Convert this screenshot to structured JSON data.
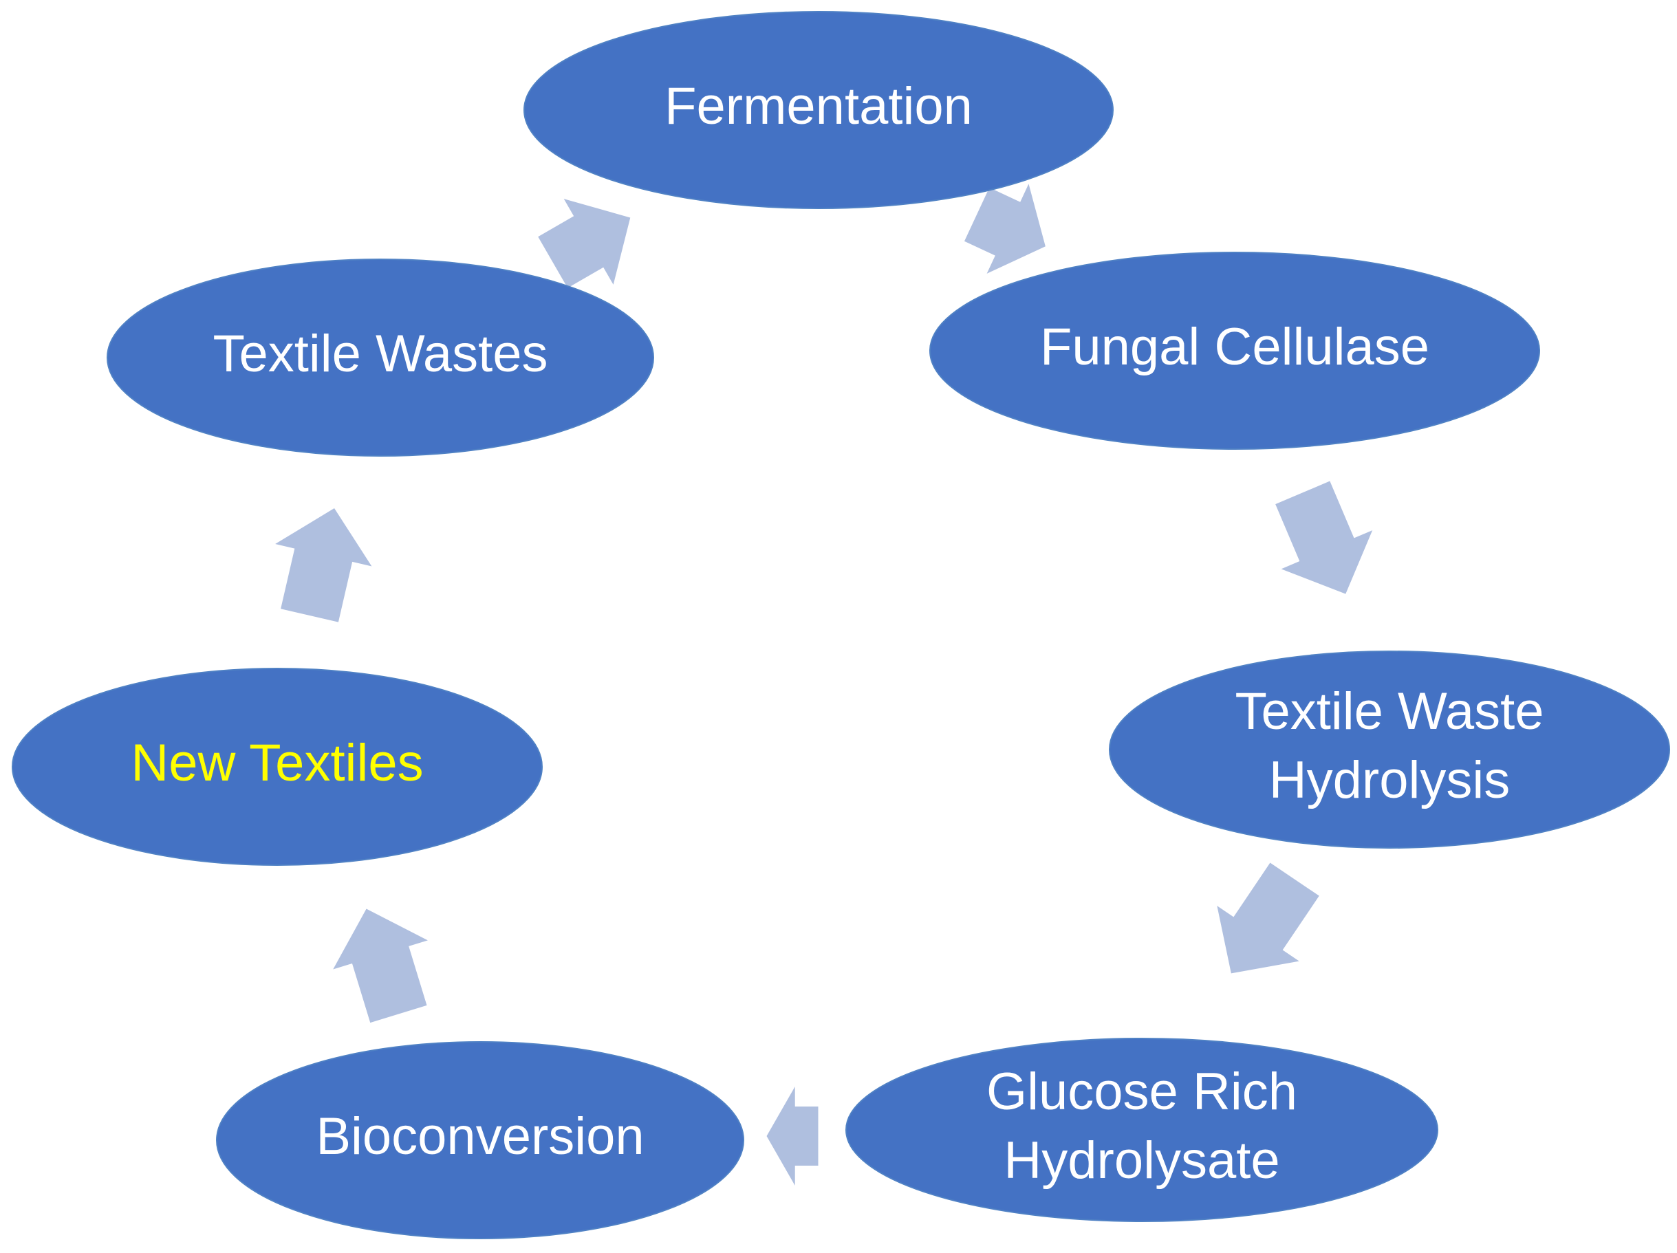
{
  "colors": {
    "node_fill": "#4472c4",
    "node_text": "#ffffff",
    "highlight_text": "#ffff00",
    "arrow_fill": "#afbfdf",
    "background": "#ffffff"
  },
  "nodes": [
    {
      "id": "fermentation",
      "lines": [
        "Fermentation"
      ],
      "highlight": false
    },
    {
      "id": "fungal-cellulase",
      "lines": [
        "Fungal Cellulase"
      ],
      "highlight": false
    },
    {
      "id": "textile-waste-hydrolysis",
      "lines": [
        "Textile Waste",
        "Hydrolysis"
      ],
      "highlight": false
    },
    {
      "id": "glucose-rich-hydrolysate",
      "lines": [
        "Glucose Rich",
        "Hydrolysate"
      ],
      "highlight": false
    },
    {
      "id": "bioconversion",
      "lines": [
        "Bioconversion"
      ],
      "highlight": false
    },
    {
      "id": "new-textiles",
      "lines": [
        "New Textiles"
      ],
      "highlight": true
    },
    {
      "id": "textile-wastes",
      "lines": [
        "Textile Wastes"
      ],
      "highlight": false
    }
  ],
  "edges": [
    {
      "from": "fermentation",
      "to": "fungal-cellulase"
    },
    {
      "from": "fungal-cellulase",
      "to": "textile-waste-hydrolysis"
    },
    {
      "from": "textile-waste-hydrolysis",
      "to": "glucose-rich-hydrolysate"
    },
    {
      "from": "glucose-rich-hydrolysate",
      "to": "bioconversion"
    },
    {
      "from": "bioconversion",
      "to": "new-textiles"
    },
    {
      "from": "new-textiles",
      "to": "textile-wastes"
    },
    {
      "from": "textile-wastes",
      "to": "fermentation"
    }
  ]
}
